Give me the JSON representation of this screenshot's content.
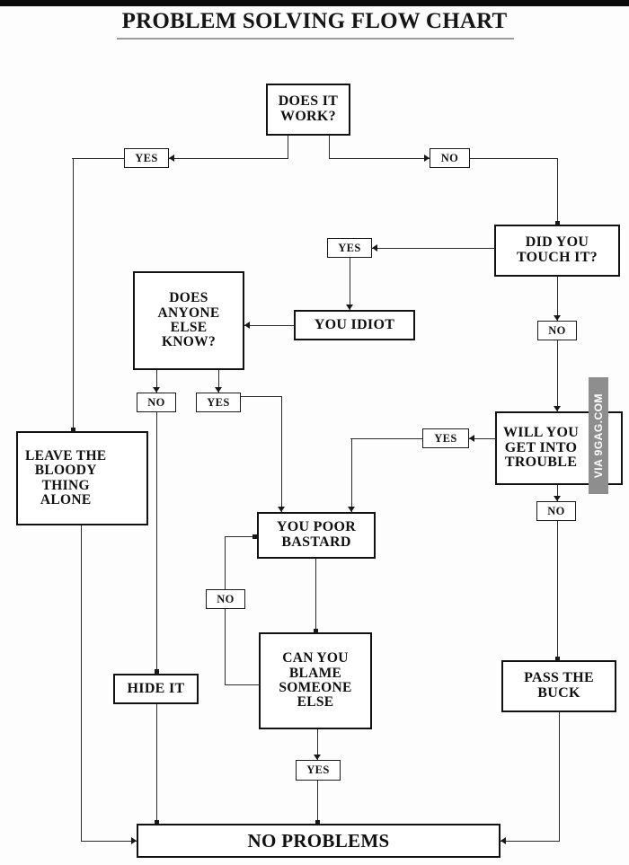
{
  "header": {
    "title": "PROBLEM SOLVING FLOW CHART"
  },
  "watermark": {
    "text": "VIA 9GAG.COM"
  },
  "chart_data": {
    "type": "diagram",
    "title": "PROBLEM SOLVING FLOW CHART",
    "diagram_kind": "flowchart",
    "nodes": [
      {
        "id": "does-it-work",
        "label": "DOES IT\nWORK?",
        "shape": "decision"
      },
      {
        "id": "did-you-touch-it",
        "label": "DID YOU\nTOUCH IT?",
        "shape": "decision"
      },
      {
        "id": "you-idiot",
        "label": "YOU IDIOT",
        "shape": "process"
      },
      {
        "id": "does-anyone-know",
        "label": "DOES\nANYONE\nELSE\nKNOW?",
        "shape": "decision"
      },
      {
        "id": "leave-it-alone",
        "label": "LEAVE THE\nBLOODY\nTHING\nALONE",
        "shape": "process"
      },
      {
        "id": "will-you-trouble",
        "label": "WILL YOU\nGET INTO\nTROUBLE",
        "shape": "decision"
      },
      {
        "id": "you-poor-bastard",
        "label": "YOU POOR\nBASTARD",
        "shape": "process"
      },
      {
        "id": "can-you-blame",
        "label": "CAN YOU\nBLAME\nSOMEONE\nELSE",
        "shape": "decision"
      },
      {
        "id": "hide-it",
        "label": "HIDE IT",
        "shape": "process"
      },
      {
        "id": "pass-the-buck",
        "label": "PASS THE\nBUCK",
        "shape": "process"
      },
      {
        "id": "no-problems",
        "label": "NO PROBLEMS",
        "shape": "terminator"
      }
    ],
    "edges": [
      {
        "from": "does-it-work",
        "to": "leave-it-alone",
        "label": "YES"
      },
      {
        "from": "does-it-work",
        "to": "did-you-touch-it",
        "label": "NO"
      },
      {
        "from": "did-you-touch-it",
        "to": "you-idiot",
        "label": "YES"
      },
      {
        "from": "did-you-touch-it",
        "to": "will-you-trouble",
        "label": "NO"
      },
      {
        "from": "you-idiot",
        "to": "does-anyone-know",
        "label": ""
      },
      {
        "from": "does-anyone-know",
        "to": "hide-it",
        "label": "NO"
      },
      {
        "from": "does-anyone-know",
        "to": "you-poor-bastard",
        "label": "YES"
      },
      {
        "from": "will-you-trouble",
        "to": "you-poor-bastard",
        "label": "YES"
      },
      {
        "from": "will-you-trouble",
        "to": "pass-the-buck",
        "label": "NO"
      },
      {
        "from": "you-poor-bastard",
        "to": "can-you-blame",
        "label": ""
      },
      {
        "from": "can-you-blame",
        "to": "you-poor-bastard",
        "label": "NO"
      },
      {
        "from": "can-you-blame",
        "to": "no-problems",
        "label": "YES"
      },
      {
        "from": "leave-it-alone",
        "to": "no-problems",
        "label": ""
      },
      {
        "from": "hide-it",
        "to": "no-problems",
        "label": ""
      },
      {
        "from": "pass-the-buck",
        "to": "no-problems",
        "label": ""
      }
    ],
    "edge_labels": {
      "work_yes": "YES",
      "work_no": "NO",
      "touch_yes": "YES",
      "touch_no": "NO",
      "know_no": "NO",
      "know_yes": "YES",
      "trouble_yes": "YES",
      "trouble_no": "NO",
      "blame_no": "NO",
      "blame_yes": "YES"
    }
  }
}
